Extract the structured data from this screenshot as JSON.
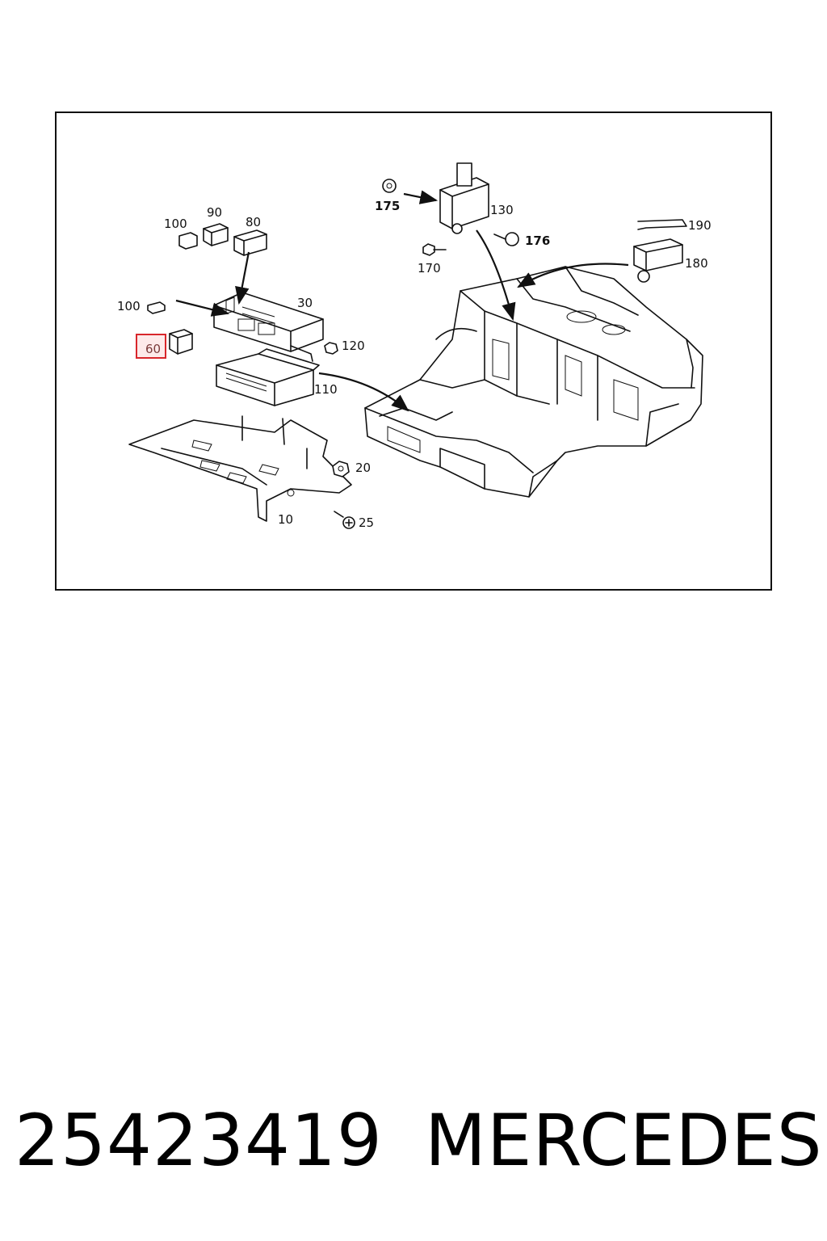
{
  "diagram": {
    "callouts": {
      "c10": "10",
      "c20": "20",
      "c25": "25",
      "c30": "30",
      "c60": "60",
      "c80": "80",
      "c90": "90",
      "c100a": "100",
      "c100b": "100",
      "c110": "110",
      "c120": "120",
      "c130": "130",
      "c170": "170",
      "c175": "175",
      "c176": "176",
      "c180": "180",
      "c190": "190"
    },
    "highlighted_callout": "60",
    "highlight_color": "#d8262b"
  },
  "footer": {
    "part_number": "25423419",
    "brand": "MERCEDES"
  }
}
